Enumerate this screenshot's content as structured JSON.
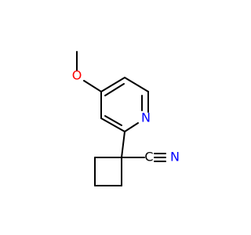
{
  "molecule": {
    "atom_labels": {
      "oxygen": "O",
      "nitrogen_ring": "N",
      "carbon_nitrile": "C",
      "nitrogen_nitrile": "N"
    },
    "colors": {
      "bond": "#000000",
      "oxygen": "#ff0000",
      "nitrogen": "#0000ff"
    }
  }
}
